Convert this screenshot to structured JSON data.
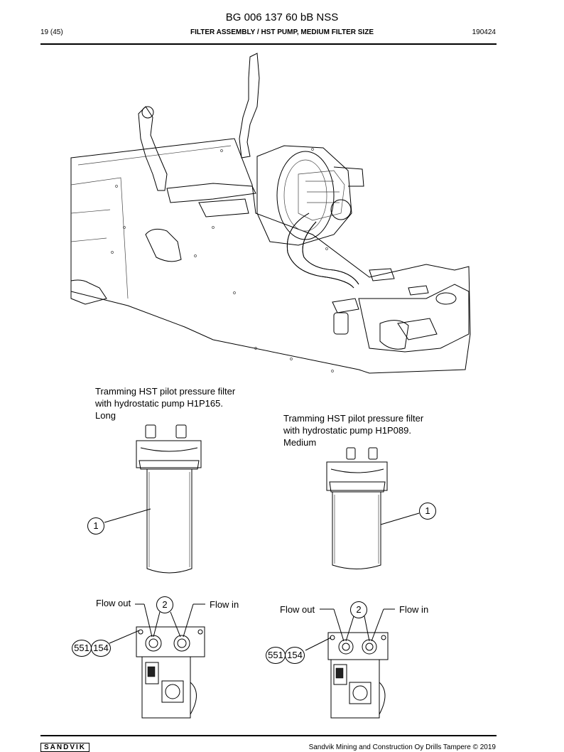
{
  "header": {
    "doc_title": "BG 006 137 60 bB NSS",
    "page": "19 (45)",
    "section_title": "FILTER ASSEMBLY / HST PUMP, MEDIUM FILTER SIZE",
    "date": "190424"
  },
  "captions": {
    "long": [
      "Tramming HST pilot pressure filter",
      "with hydrostatic pump H1P165.",
      "Long"
    ],
    "medium": [
      "Tramming HST pilot pressure filter",
      "with hydrostatic pump H1P089.",
      "Medium"
    ]
  },
  "callouts": {
    "long_filter": "1",
    "medium_filter": "1",
    "long_ports": "2",
    "medium_ports": "2",
    "long_left_a": "551",
    "long_left_b": "154",
    "medium_left_a": "551",
    "medium_left_b": "154"
  },
  "flow_labels": {
    "long_out": "Flow out",
    "long_in": "Flow in",
    "medium_out": "Flow out",
    "medium_in": "Flow in"
  },
  "footer": {
    "logo": "SANDVIK",
    "copyright": "Sandvik Mining and Construction Oy Drills Tampere © 2019"
  }
}
